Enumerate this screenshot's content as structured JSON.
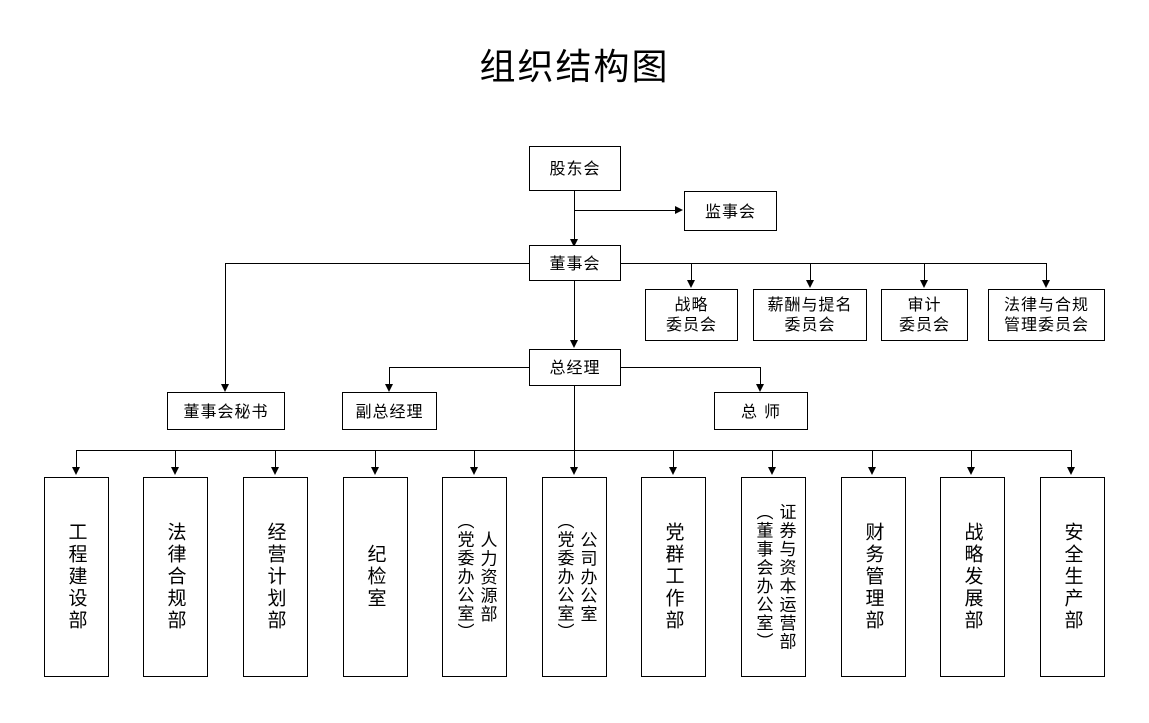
{
  "title": "组织结构图",
  "nodes": {
    "shareholders": {
      "label": "股东会"
    },
    "supervisors": {
      "label": "监事会"
    },
    "board": {
      "label": "董事会"
    },
    "general_manager": {
      "label": "总经理"
    },
    "board_secretary": {
      "label": "董事会秘书"
    },
    "deputy_general_manager": {
      "label": "副总经理"
    },
    "chief_engineer": {
      "label": "总 师"
    }
  },
  "committees": [
    {
      "label": "战略\n委员会"
    },
    {
      "label": "薪酬与提名\n委员会"
    },
    {
      "label": "审计\n委员会"
    },
    {
      "label": "法律与合规\n管理委员会"
    }
  ],
  "departments": [
    {
      "label": "工程建设部",
      "dual": false
    },
    {
      "label": "法律合规部",
      "dual": false
    },
    {
      "label": "经营计划部",
      "dual": false
    },
    {
      "label": "纪检室",
      "dual": false
    },
    {
      "label": "人力资源部\n（党委办公室）",
      "dual": true
    },
    {
      "label": "公司办公室\n（党委办公室）",
      "dual": true
    },
    {
      "label": "党群工作部",
      "dual": false
    },
    {
      "label": "证券与资本运营部\n（董事会办公室）",
      "dual": true
    },
    {
      "label": "财务管理部",
      "dual": false
    },
    {
      "label": "战略发展部",
      "dual": false
    },
    {
      "label": "安全生产部",
      "dual": false
    }
  ],
  "colors": {
    "line": "#000000",
    "box_fill": "#ffffff",
    "text": "#000000",
    "background": "#ffffff"
  }
}
